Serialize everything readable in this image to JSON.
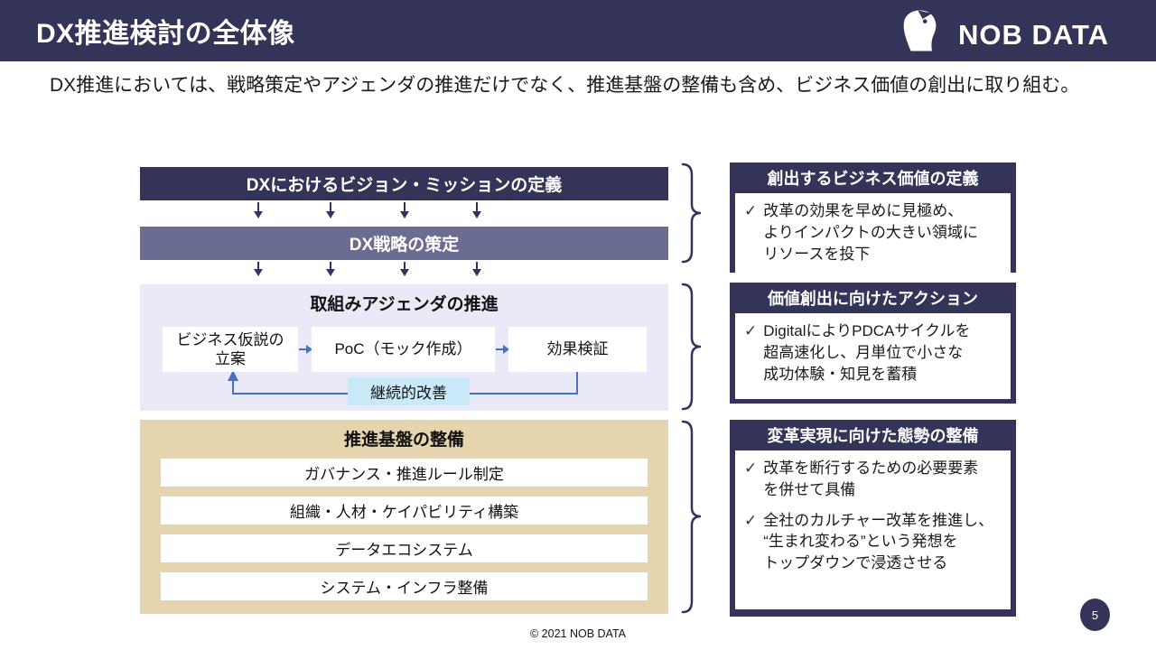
{
  "header": {
    "title": "DX推進検討の全体像",
    "logo_text": "NOB DATA"
  },
  "subtitle": "DX推進においては、戦略策定やアジェンダの推進だけでなく、推進基盤の整備も含め、ビジネス価値の創出に取り組む。",
  "flow": {
    "vision_box": "DXにおけるビジョン・ミッションの定義",
    "strategy_box": "DX戦略の策定",
    "agenda": {
      "title": "取組みアジェンダの推進",
      "steps": [
        "ビジネス仮説の\n立案",
        "PoC（モック作成）",
        "効果検証"
      ],
      "loop_label": "継続的改善"
    },
    "foundation": {
      "title": "推進基盤の整備",
      "items": [
        "ガバナンス・推進ルール制定",
        "組織・人材・ケイパビリティ構築",
        "データエコシステム",
        "システム・インフラ整備"
      ]
    }
  },
  "callouts": [
    {
      "title": "創出するビジネス価値の定義",
      "items": [
        "改革の効果を早めに見極め、\nよりインパクトの大きい領域に\nリソースを投下"
      ]
    },
    {
      "title": "価値創出に向けたアクション",
      "items": [
        "DigitalによりPDCAサイクルを\n超高速化し、月単位で小さな\n成功体験・知見を蓄積"
      ]
    },
    {
      "title": "変革実現に向けた態勢の整備",
      "items": [
        "改革を断行するための必要要素\nを併せて具備",
        "全社のカルチャー改革を推進し、\n“生まれ変わる”という発想を\nトップダウンで浸透させる"
      ]
    }
  ],
  "icons": {
    "check": "✓"
  },
  "footer": {
    "copyright": "© 2021 NOB DATA",
    "page_number": "5"
  },
  "colors": {
    "navy": "#333457",
    "slate": "#6A6D91",
    "lavender": "#E9E9F7",
    "tan": "#E5D4AE",
    "light_blue": "#C9E9F8",
    "arrow_blue": "#4472C4"
  }
}
